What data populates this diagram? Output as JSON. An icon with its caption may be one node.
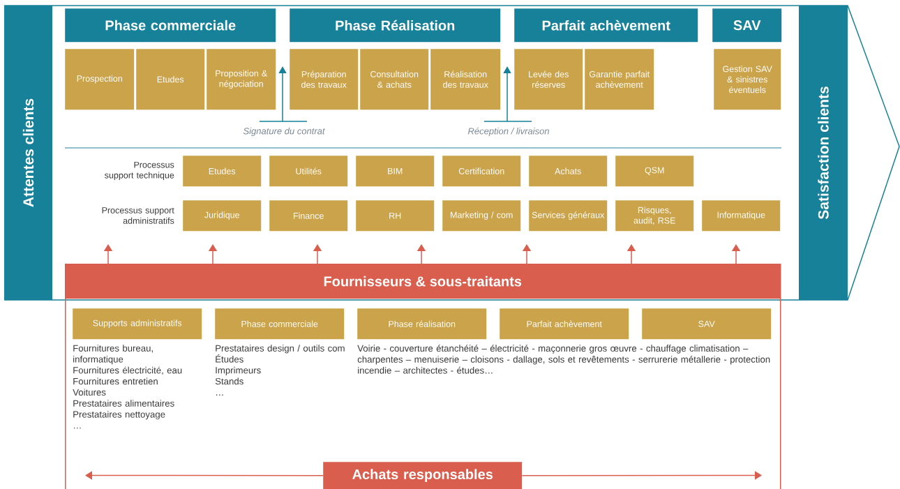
{
  "diagram": {
    "nodes": [
      {
        "text": [
          "Attentes clients"
        ]
      },
      {
        "text": [
          "Satisfaction clients"
        ]
      },
      {
        "text": [
          "Phase commerciale"
        ]
      },
      {
        "text": [
          "Phase Réalisation"
        ]
      },
      {
        "text": [
          "Parfait achèvement"
        ]
      },
      {
        "text": [
          "SAV"
        ]
      },
      {
        "text": [
          "Prospection"
        ]
      },
      {
        "text": [
          "Etudes"
        ]
      },
      {
        "text": [
          "Proposition & négociation"
        ]
      },
      {
        "text": [
          "Préparation des travaux"
        ]
      },
      {
        "text": [
          "Consultation & achats"
        ]
      },
      {
        "text": [
          "Réalisation des travaux"
        ]
      },
      {
        "text": [
          "Levée des réserves"
        ]
      },
      {
        "text": [
          "Garantie parfait achèvement"
        ]
      },
      {
        "text": [
          "Gestion SAV & sinistres éventuels"
        ]
      },
      {
        "text": [
          "Etudes"
        ]
      },
      {
        "text": [
          "Utilités"
        ]
      },
      {
        "text": [
          "BIM"
        ]
      },
      {
        "text": [
          "Certification"
        ]
      },
      {
        "text": [
          "Achats"
        ]
      },
      {
        "text": [
          "QSM"
        ]
      },
      {
        "text": [
          "Juridique"
        ]
      },
      {
        "text": [
          "Finance"
        ]
      },
      {
        "text": [
          "RH"
        ]
      },
      {
        "text": [
          "Marketing / com"
        ]
      },
      {
        "text": [
          "Services généraux"
        ]
      },
      {
        "text": [
          "Risques, audit, RSE"
        ]
      },
      {
        "text": [
          "Informatique"
        ]
      },
      {
        "text": [
          "Fournisseurs & sous-traitants"
        ]
      },
      {
        "text": [
          "Supports administratifs"
        ],
        "in": 28,
        "beside": [
          "Fournitures bureau, informatique",
          "Fournitures électricité, eau",
          "Fournitures entretien",
          "Voitures",
          "Prestataires alimentaires",
          "Prestataires nettoyage",
          "…"
        ]
      },
      {
        "text": [
          "Phase commerciale"
        ],
        "in": 28,
        "beside": [
          "Prestataires design / outils com",
          "Études",
          "Imprimeurs",
          "Stands",
          "…"
        ]
      },
      {
        "text": [
          "Phase réalisation"
        ],
        "in": 28,
        "beside": [
          "Voirie - couverture étanchéité – électricité - maçonnerie gros œuvre - chauffage climatisation – charpentes – menuiserie – cloisons - dallage, sols et revêtements - serrurerie métallerie - protection incendie – architectes - études…"
        ]
      },
      {
        "text": [
          "Parfait achèvement"
        ],
        "in": 28
      },
      {
        "text": [
          "SAV"
        ],
        "in": 28
      },
      {
        "text": [
          "Achats responsables"
        ],
        "in": 28
      }
    ],
    "edges": [
      {
        "from": 28,
        "to": null,
        "arrow": "to"
      },
      {
        "from": 28,
        "to": null,
        "arrow": "to"
      },
      {
        "from": 28,
        "to": null,
        "arrow": "to"
      },
      {
        "from": 28,
        "to": null,
        "arrow": "to"
      },
      {
        "from": 28,
        "to": null,
        "arrow": "to"
      },
      {
        "from": 28,
        "to": null,
        "arrow": "to"
      },
      {
        "from": 28,
        "to": null,
        "arrow": "to"
      },
      {
        "from": 34,
        "to": null,
        "arrow": "to"
      },
      {
        "from": 34,
        "to": null,
        "arrow": "to"
      }
    ],
    "labels": [
      "Signature du contrat",
      "Réception / livraison",
      "Processus support technique",
      "Processus support administratifs"
    ]
  }
}
